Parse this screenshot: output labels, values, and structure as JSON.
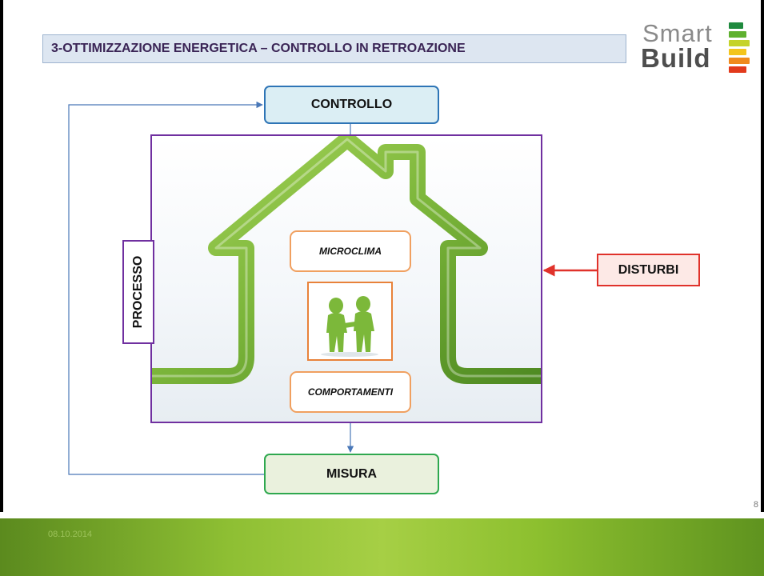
{
  "slide": {
    "title": "3-OTTIMIZZAZIONE ENERGETICA – CONTROLLO IN RETROAZIONE",
    "page_number": "8",
    "date": "08.10.2014"
  },
  "logo": {
    "line1": "Smart",
    "line2": "Build",
    "bar_colors": [
      "#1f8a3e",
      "#5fb130",
      "#c5d32a",
      "#f3c51d",
      "#f08a1d",
      "#e23a1c"
    ]
  },
  "diagram": {
    "control_label": "CONTROLLO",
    "measure_label": "MISURA",
    "process_label": "PROCESSO",
    "microclimate_label": "MICROCLIMA",
    "behaviours_label": "COMPORTAMENTI",
    "disturbances_label": "DISTURBI"
  },
  "colors": {
    "title_text": "#3a2455",
    "process_border": "#7030a0",
    "control_border": "#2e75b6",
    "measure_border": "#2fa84f",
    "disturb_border": "#e0322b",
    "inner_border": "#f0a060",
    "house_green": "#8cc63f",
    "footer_green": "#8ebf33"
  }
}
